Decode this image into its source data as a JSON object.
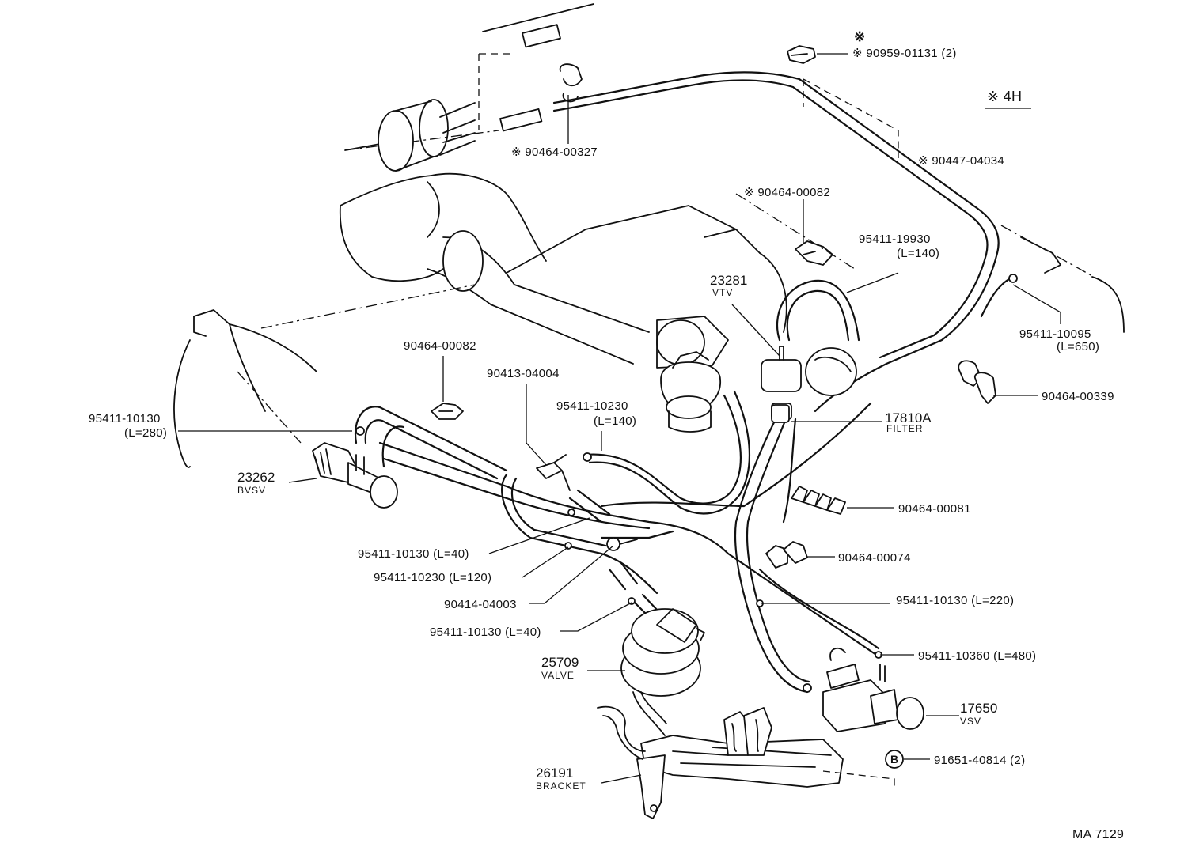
{
  "diagram_code": "MA  7129",
  "section_mark": "※ 4H",
  "labels": {
    "c90959": "※ 90959-01131 (2)",
    "c90464_00327": "※ 90464-00327",
    "c90447": "※ 90447-04034",
    "c90464_00082_top": "※ 90464-00082",
    "h95411_19930": "95411-19930",
    "h95411_19930_len": "(L=140)",
    "p23281": "23281",
    "p23281_name": "VTV",
    "h95411_10095": "95411-10095",
    "h95411_10095_len": "(L=650)",
    "c90464_00339": "90464-00339",
    "c90464_00082": "90464-00082",
    "j90413": "90413-04004",
    "h95411_10230_top": "95411-10230",
    "h95411_10230_top_len": "(L=140)",
    "h95411_10130_left": "95411-10130",
    "h95411_10130_left_len": "(L=280)",
    "p17810": "17810A",
    "p17810_name": "FILTER",
    "p23262": "23262",
    "p23262_name": "BVSV",
    "c90464_00081": "90464-00081",
    "c90464_00074": "90464-00074",
    "h95411_10130_40a": "95411-10130 (L=40)",
    "h95411_10230_120": "95411-10230 (L=120)",
    "j90414": "90414-04003",
    "h95411_10130_220": "95411-10130 (L=220)",
    "h95411_10130_40b": "95411-10130 (L=40)",
    "h95411_10360": "95411-10360 (L=480)",
    "p25709": "25709",
    "p25709_name": "VALVE",
    "p17650": "17650",
    "p17650_name": "VSV",
    "b_mark": "B",
    "b91651": "91651-40814 (2)",
    "p26191": "26191",
    "p26191_name": "BRACKET",
    "star_mark": "※"
  }
}
